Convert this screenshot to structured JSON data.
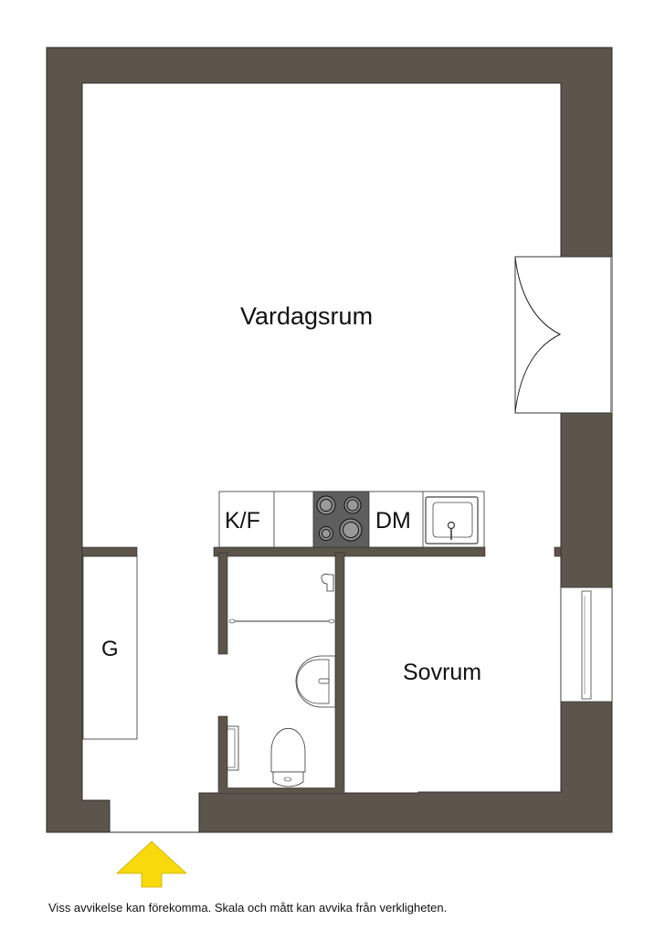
{
  "floorplan": {
    "rooms": {
      "living_room": "Vardagsrum",
      "bedroom": "Sovrum",
      "wardrobe": "G"
    },
    "kitchen": {
      "fridge_freezer": "K/F",
      "dishwasher": "DM"
    },
    "entrance_arrow": "entrance-arrow",
    "colors": {
      "wall": "#5b554c",
      "wall_outline": "#2e2b27",
      "arrow": "#f7d90c",
      "hob": "#5e5e5e"
    }
  },
  "footer": {
    "disclaimer": "Viss avvikelse kan förekomma. Skala och mått kan avvika från verkligheten."
  }
}
